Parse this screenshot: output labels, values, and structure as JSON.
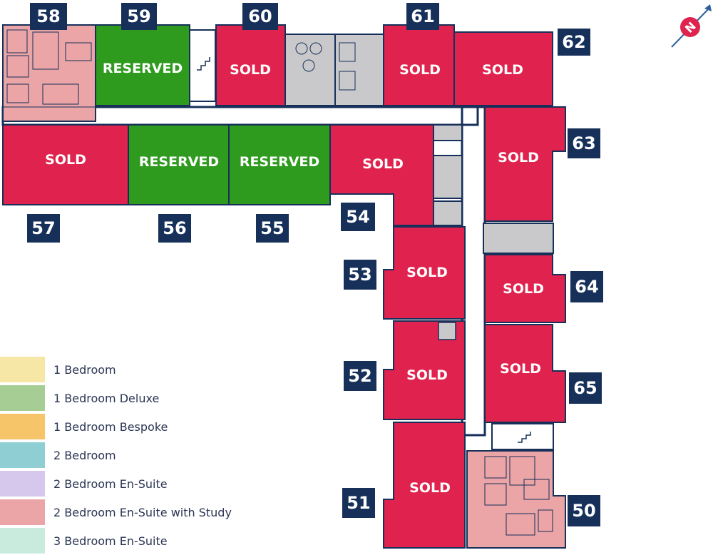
{
  "units": [
    {
      "id": "58",
      "number": "58",
      "status": "",
      "color": "#eba5a6"
    },
    {
      "id": "59",
      "number": "59",
      "status": "RESERVED",
      "color": "#2e9b1e"
    },
    {
      "id": "60",
      "number": "60",
      "status": "SOLD",
      "color": "#e0234e"
    },
    {
      "id": "61",
      "number": "61",
      "status": "SOLD",
      "color": "#e0234e"
    },
    {
      "id": "62",
      "number": "62",
      "status": "SOLD",
      "color": "#e0234e"
    },
    {
      "id": "63",
      "number": "63",
      "status": "SOLD",
      "color": "#e0234e"
    },
    {
      "id": "57",
      "number": "57",
      "status": "SOLD",
      "color": "#e0234e"
    },
    {
      "id": "56",
      "number": "56",
      "status": "RESERVED",
      "color": "#2e9b1e"
    },
    {
      "id": "55",
      "number": "55",
      "status": "RESERVED",
      "color": "#2e9b1e"
    },
    {
      "id": "54",
      "number": "54",
      "status": "SOLD",
      "color": "#e0234e"
    },
    {
      "id": "53",
      "number": "53",
      "status": "SOLD",
      "color": "#e0234e"
    },
    {
      "id": "64",
      "number": "64",
      "status": "SOLD",
      "color": "#e0234e"
    },
    {
      "id": "52",
      "number": "52",
      "status": "SOLD",
      "color": "#e0234e"
    },
    {
      "id": "65",
      "number": "65",
      "status": "SOLD",
      "color": "#e0234e"
    },
    {
      "id": "51",
      "number": "51",
      "status": "SOLD",
      "color": "#e0234e"
    },
    {
      "id": "50",
      "number": "50",
      "status": "",
      "color": "#eba5a6"
    }
  ],
  "legend": [
    {
      "label": "1 Bedroom",
      "color": "#f7e7a6"
    },
    {
      "label": "1 Bedroom Deluxe",
      "color": "#a6cd94"
    },
    {
      "label": "1 Bedroom Bespoke",
      "color": "#f6c56a"
    },
    {
      "label": "2 Bedroom",
      "color": "#8fcfd3"
    },
    {
      "label": "2 Bedroom En-Suite",
      "color": "#d6c8ec"
    },
    {
      "label": "2 Bedroom En-Suite with Study",
      "color": "#eba5a6"
    },
    {
      "label": "3 Bedroom En-Suite",
      "color": "#c8ebdd"
    }
  ],
  "compass": {
    "label": "N",
    "color": "#e0234e",
    "arrow_color": "#2f5f9d"
  },
  "colors": {
    "wall": "#16305a",
    "common_area": "#c9c9cb",
    "corridor": "#ffffff",
    "sold": "#e0234e",
    "reserved": "#2e9b1e"
  }
}
